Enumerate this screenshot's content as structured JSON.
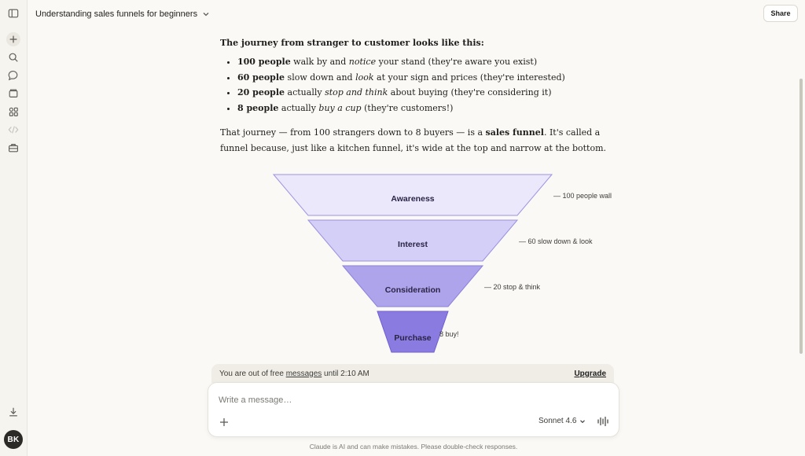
{
  "topbar": {
    "conversation_title": "Understanding sales funnels for beginners",
    "share_label": "Share"
  },
  "sidebar": {
    "icons": [
      "sidebar-toggle-icon",
      "new-chat-icon",
      "search-icon",
      "chats-icon",
      "projects-icon",
      "artifacts-icon",
      "code-icon",
      "toolbox-icon",
      "download-icon"
    ],
    "avatar_initials": "BK"
  },
  "content": {
    "heading": "The journey from stranger to customer looks like this:",
    "bullets": [
      {
        "bold": "100 people",
        "t1": " walk by and ",
        "em": "notice",
        "t2": " your stand (they're aware you exist)"
      },
      {
        "bold": "60 people",
        "t1": " slow down and ",
        "em": "look",
        "t2": " at your sign and prices (they're interested)"
      },
      {
        "bold": "20 people",
        "t1": " actually ",
        "em": "stop and think",
        "t2": " about buying (they're considering it)"
      },
      {
        "bold": "8 people",
        "t1": " actually ",
        "em": "buy a cup",
        "t2": " (they're customers!)"
      }
    ],
    "para_a": "That journey — from 100 strangers down to 8 buyers — is a ",
    "para_bold": "sales funnel",
    "para_b": ". It's called a funnel because, just like a kitchen funnel, it's wide at the top and narrow at the bottom."
  },
  "funnel": {
    "stages": [
      {
        "name": "Awareness",
        "note": "— 100 people wall",
        "value": 100,
        "fill": "#ebe8fc",
        "stroke": "#9d93e2"
      },
      {
        "name": "Interest",
        "note": "— 60 slow down & look",
        "value": 60,
        "fill": "#d4cff7",
        "stroke": "#9a90e0"
      },
      {
        "name": "Consideration",
        "note": "— 20 stop & think",
        "value": 20,
        "fill": "#aea4ec",
        "stroke": "#8b80db"
      },
      {
        "name": "Purchase",
        "note": "8 buy!",
        "value": 8,
        "fill": "#8a7be0",
        "stroke": "#6e5fd0"
      }
    ]
  },
  "limit": {
    "text_before": "You are out of free ",
    "link": "messages",
    "text_after": " until 2:10 AM",
    "upgrade_label": "Upgrade"
  },
  "composer": {
    "placeholder": "Write a message…",
    "model": "Sonnet 4.6"
  },
  "disclaimer": "Claude is AI and can make mistakes. Please double-check responses."
}
